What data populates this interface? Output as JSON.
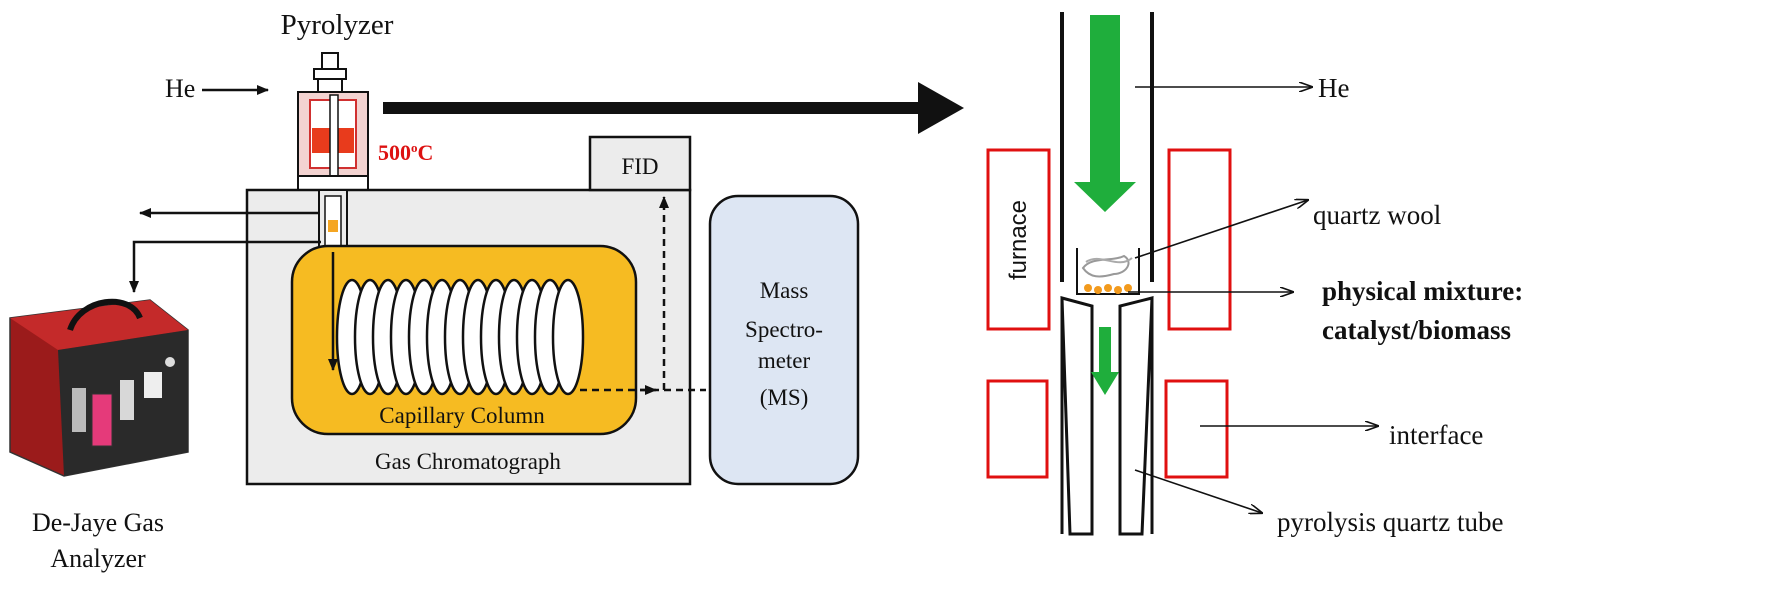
{
  "left": {
    "pyrolyzer_title": "Pyrolyzer",
    "helium_inlet": "He",
    "temperature_value": "500",
    "temperature_sup": "o",
    "temperature_unit": "C",
    "fid": "FID",
    "capillary_column": "Capillary Column",
    "gas_chromatograph": "Gas Chromatograph",
    "ms_line1": "Mass",
    "ms_line2": "Spectro-",
    "ms_line3": "meter",
    "ms_line4": "(MS)",
    "analyzer_line1": "De-Jaye Gas",
    "analyzer_line2": "Analyzer"
  },
  "right": {
    "helium": "He",
    "furnace": "furnace",
    "quartz_wool": "quartz wool",
    "mixture_line1": "physical mixture:",
    "mixture_line2": "catalyst/biomass",
    "interface": "interface",
    "quartz_tube": "pyrolysis quartz tube"
  },
  "colors": {
    "temperature": "#dd1111",
    "furnace_outline": "#e01010",
    "flow_arrow": "#1fae3c",
    "column_box": "#f6bb22",
    "gc_body": "#ececec",
    "ms_box": "#dde6f3"
  }
}
